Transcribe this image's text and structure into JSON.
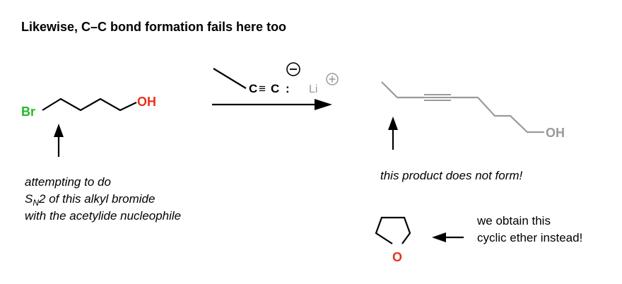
{
  "title": "Likewise, C–C bond formation fails here too",
  "substrate": {
    "br_label": "Br",
    "oh_label": "OH"
  },
  "reagent": {
    "cc_label": "C",
    "triple_bond": "≡",
    "cc_label2": "C",
    "lone_pair": ":",
    "charge_minus": "−",
    "counterion": "Li",
    "charge_plus": "+"
  },
  "product": {
    "oh_label": "OH"
  },
  "notes": {
    "sn2_line1": "attempting to do",
    "sn2_s": "S",
    "sn2_n": "N",
    "sn2_rest": "2 of this alkyl  bromide",
    "sn2_line3": "with the acetylide nucleophile",
    "product_note": "this product does not form!",
    "ether_line1": "we obtain this",
    "ether_line2": "cyclic ether instead!"
  },
  "ether": {
    "o_label": "O"
  },
  "colors": {
    "bromine": "#22bb22",
    "oxygen": "#e8321e",
    "gray": "#9a9a9a",
    "black": "#000000"
  }
}
